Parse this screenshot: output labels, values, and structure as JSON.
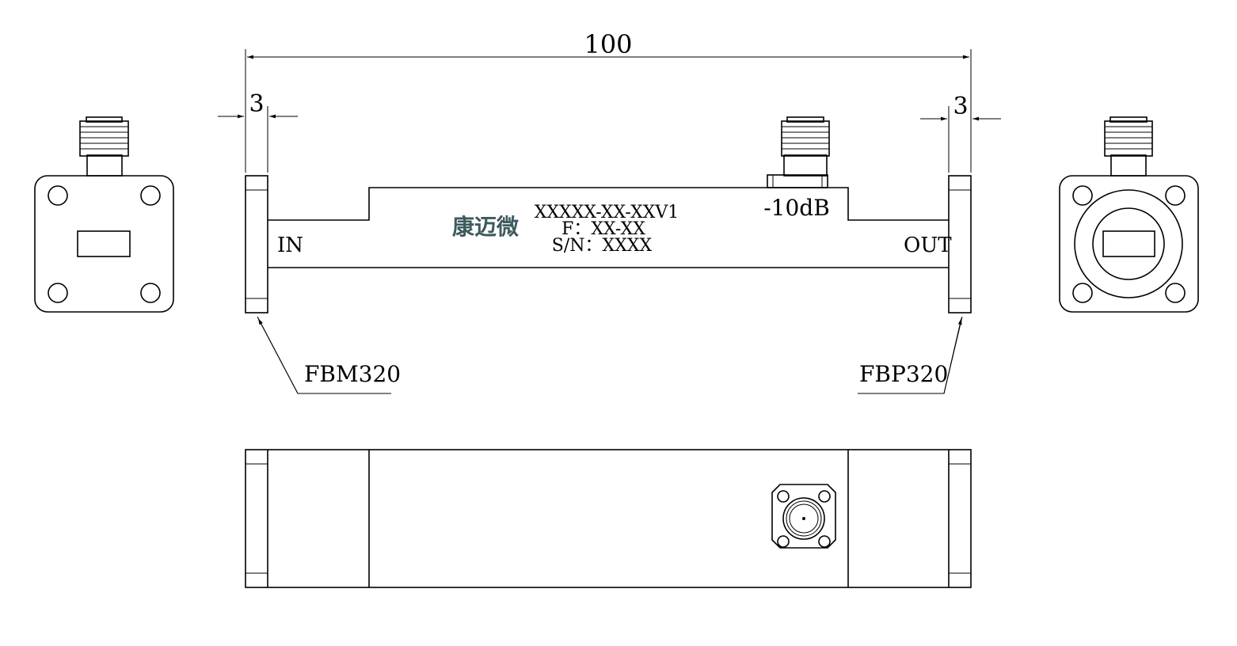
{
  "dimensions": {
    "overall_length": "100",
    "left_flange_thickness": "3",
    "right_flange_thickness": "3"
  },
  "ports": {
    "input_label": "IN",
    "output_label": "OUT",
    "coupled_label": "-10dB"
  },
  "flanges": {
    "input_flange": "FBM320",
    "output_flange": "FBP320"
  },
  "marking": {
    "logo": "康迈微",
    "model": "XXXXX-XX-XXV1",
    "frequency": "F：XX-XX",
    "serial": "S/N：XXXX"
  },
  "colors": {
    "line": "#000000",
    "logo": "#3d5a5e",
    "background": "#ffffff"
  }
}
